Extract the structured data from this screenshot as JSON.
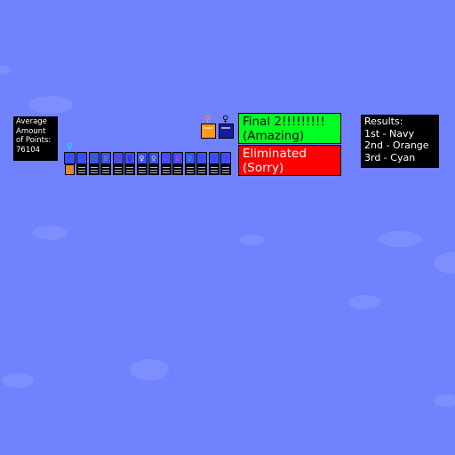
{
  "average_box": {
    "line1": "Average",
    "line2": "Amount",
    "line3": "of Points:",
    "value": "76104"
  },
  "final_box": {
    "line1": "Final 2!!!!!!!!!",
    "line2": "(Amazing)"
  },
  "eliminated_box": {
    "line1": "Eliminated",
    "line2": "(Sorry)"
  },
  "results": {
    "heading": "Results:",
    "first": "1st - Navy",
    "second": "2nd - Orange",
    "third": "3rd - Cyan"
  },
  "finalists": [
    {
      "color": "#ff9a1a",
      "name": "orange-finalist"
    },
    {
      "color": "#1a1aa0",
      "name": "navy-finalist"
    }
  ],
  "contestant_colors": [
    "#3b4dff",
    "#2f8c2f",
    "#3bd43b",
    "#e0206a",
    "#1a1aa0",
    "#ffffff",
    "#a0ff40",
    "#b040ff",
    "#ff40c0",
    "#20c0a0",
    "#1a5aff",
    "#3040ff",
    "#7a2aff"
  ],
  "colors": {
    "background": "#7182ff",
    "final": "#00ff22",
    "eliminated": "#ff0000"
  }
}
